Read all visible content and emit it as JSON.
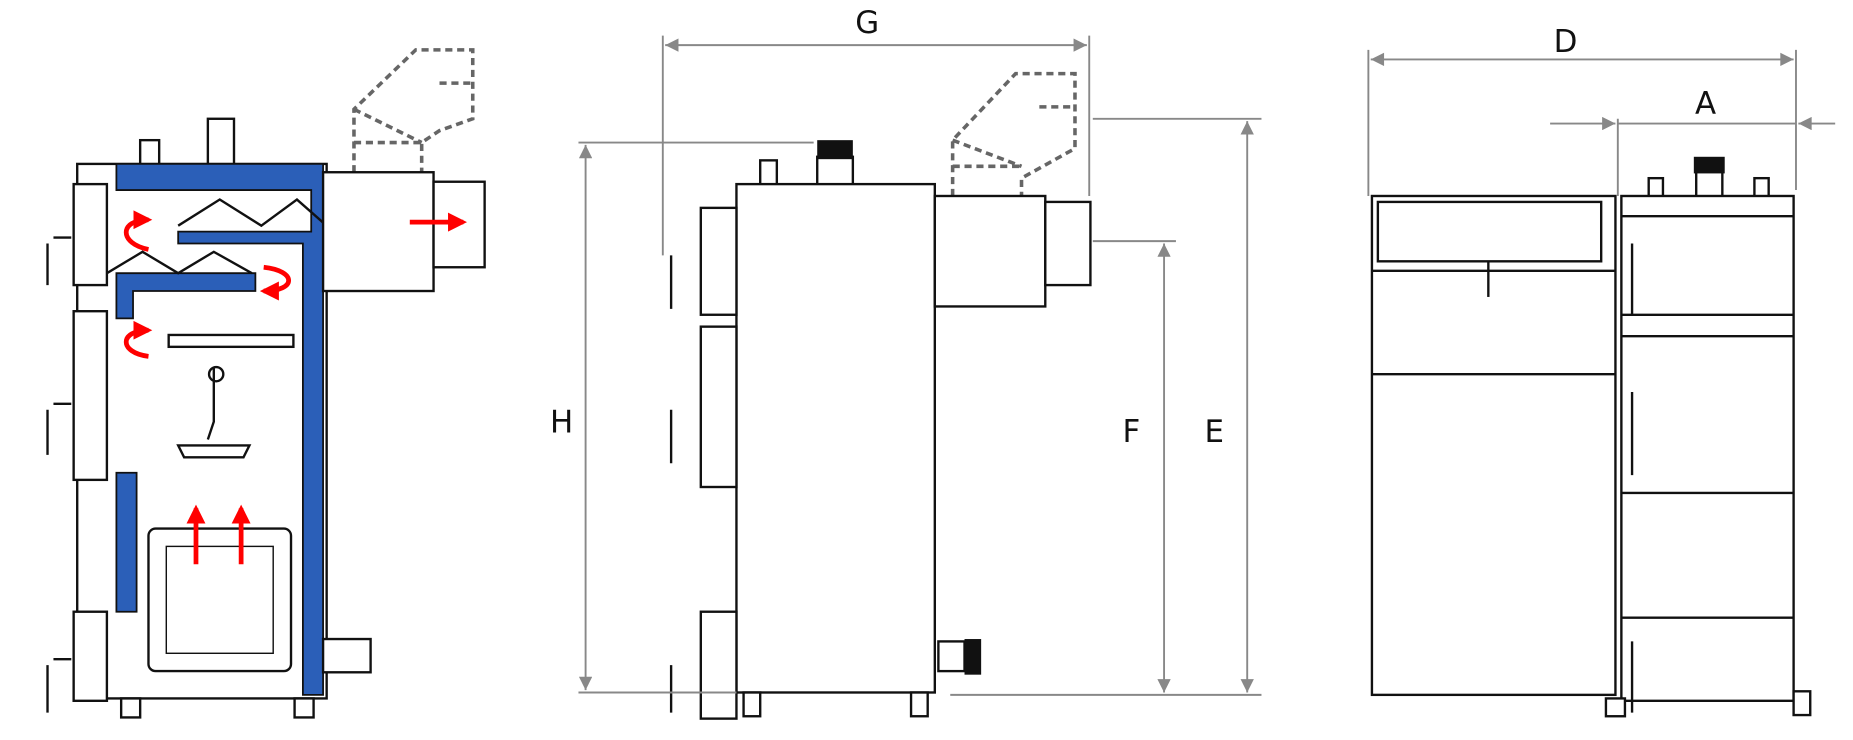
{
  "dimensions": {
    "width_label": "G",
    "depth_label": "D",
    "side_label": "A",
    "height_label": "H",
    "flue_height_label": "F",
    "total_height_label": "E"
  },
  "colors": {
    "water_jacket": "#2b5fb8",
    "flow_arrows": "#ff0000",
    "dimension_lines": "#888888"
  }
}
